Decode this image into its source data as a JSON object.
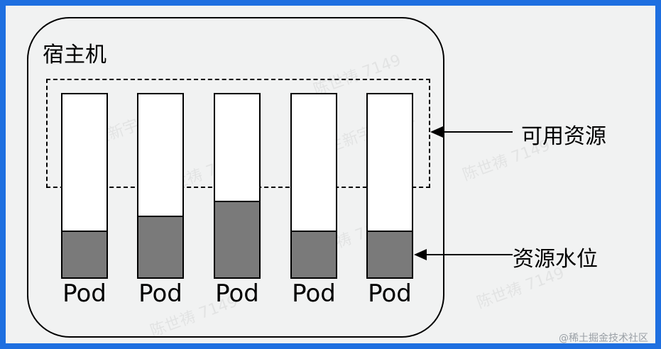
{
  "host": {
    "label": "宿主机"
  },
  "pods": [
    {
      "label": "Pod",
      "usage": 0.25
    },
    {
      "label": "Pod",
      "usage": 0.33
    },
    {
      "label": "Pod",
      "usage": 0.41
    },
    {
      "label": "Pod",
      "usage": 0.25
    },
    {
      "label": "Pod",
      "usage": 0.25
    }
  ],
  "callouts": {
    "available": "可用资源",
    "waterline": "资源水位"
  },
  "watermarks": [
    "兰新宇 2001",
    "陈世祷 7149"
  ],
  "credit": "@稀土掘金技术社区"
}
